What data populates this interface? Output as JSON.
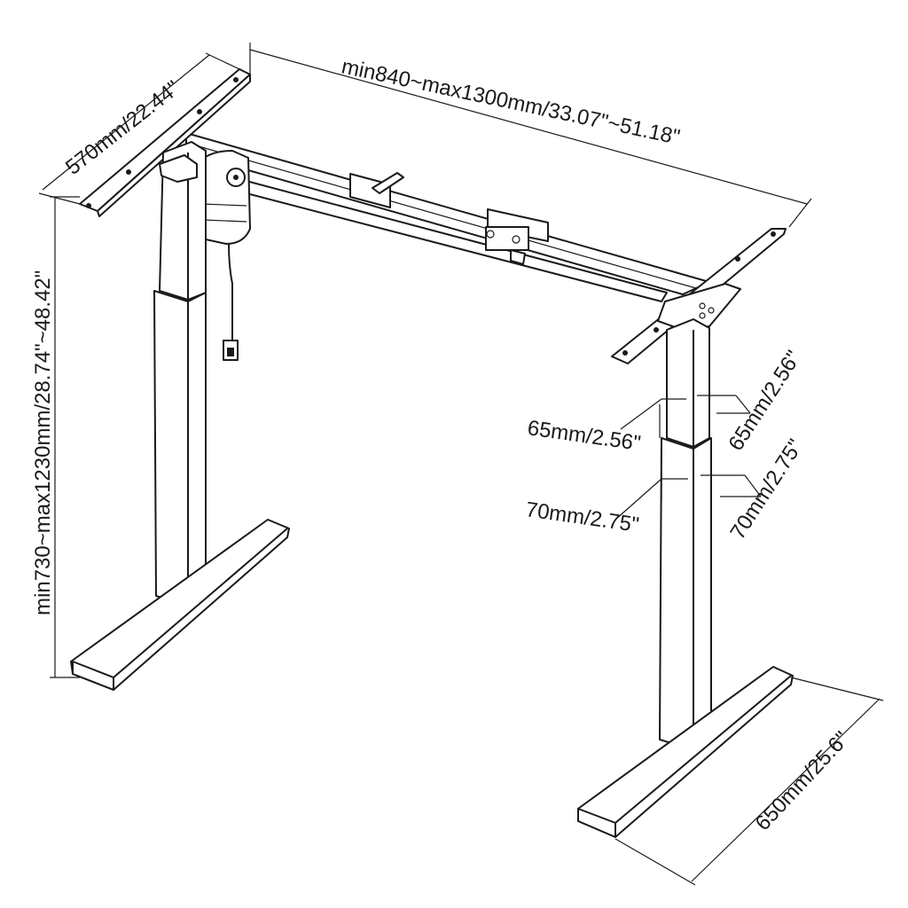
{
  "dimensions": {
    "width": "min840~max1300mm/33.07\"~51.18\"",
    "depth": "570mm/22.44\"",
    "height": "min730~max1230mm/28.74\"~48.42\"",
    "foot_length": "650mm/25.6\"",
    "upper_column_left": "65mm/2.56\"",
    "upper_column_right": "65mm/2.56\"",
    "lower_column_left": "70mm/2.75\"",
    "lower_column_right": "70mm/2.75\""
  },
  "colors": {
    "line": "#1a1a1a",
    "background": "#ffffff"
  }
}
